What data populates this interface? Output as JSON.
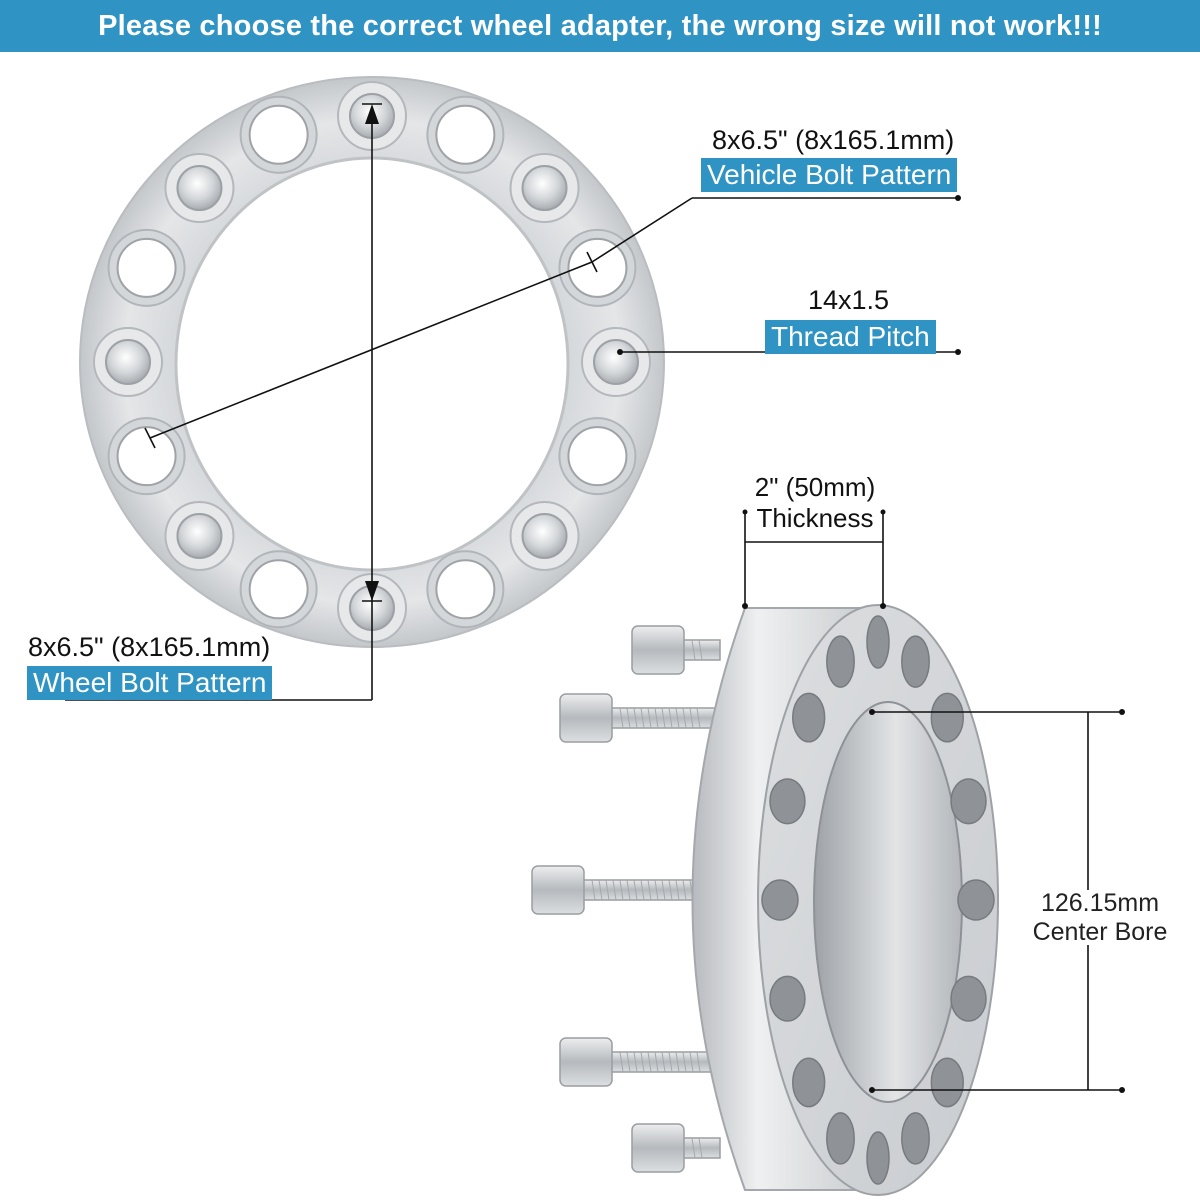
{
  "banner": {
    "text": "Please choose the correct wheel adapter, the wrong size will not work!!!"
  },
  "colors": {
    "accent": "#2f93c4",
    "metal": "#d8dadc",
    "metal_dark": "#a9acb0",
    "line": "#111111"
  },
  "labels": {
    "vehicle_bolt_pattern": {
      "spec": "8x6.5\" (8x165.1mm)",
      "tag": "Vehicle Bolt Pattern"
    },
    "thread_pitch": {
      "spec": "14x1.5",
      "tag": "Thread Pitch"
    },
    "wheel_bolt_pattern": {
      "spec": "8x6.5\" (8x165.1mm)",
      "tag": "Wheel Bolt Pattern"
    },
    "thickness": {
      "spec": "2\" (50mm)",
      "tag": "Thickness"
    },
    "center_bore": {
      "spec": "126.15mm",
      "tag": "Center Bore"
    }
  }
}
